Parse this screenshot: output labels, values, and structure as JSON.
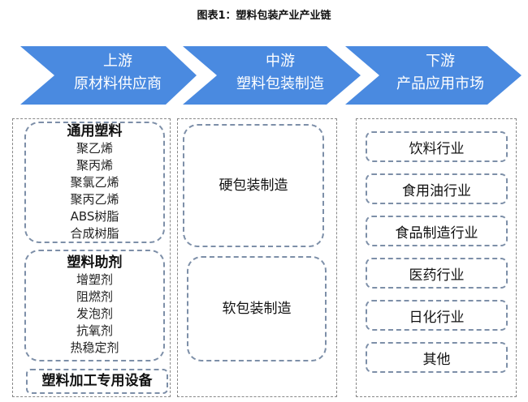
{
  "title": "图表1：塑料包装产业产业链",
  "colors": {
    "chevron": "#4a8ae0",
    "dash": "#7d8fa8"
  },
  "stages": [
    {
      "level": "上游",
      "name": "原材料供应商"
    },
    {
      "level": "中游",
      "name": "塑料包装制造"
    },
    {
      "level": "下游",
      "name": "产品应用市场"
    }
  ],
  "upstream": {
    "general": {
      "heading": "通用塑料",
      "items": [
        "聚乙烯",
        "聚丙烯",
        "聚氯乙烯",
        "聚丙乙烯",
        "ABS树脂",
        "合成树脂"
      ]
    },
    "additives": {
      "heading": "塑料助剂",
      "items": [
        "增塑剂",
        "阻燃剂",
        "发泡剂",
        "抗氧剂",
        "热稳定剂"
      ]
    },
    "equipment": "塑料加工专用设备"
  },
  "midstream": [
    "硬包装制造",
    "软包装制造"
  ],
  "downstream": [
    "饮料行业",
    "食用油行业",
    "食品制造行业",
    "医药行业",
    "日化行业",
    "其他"
  ]
}
